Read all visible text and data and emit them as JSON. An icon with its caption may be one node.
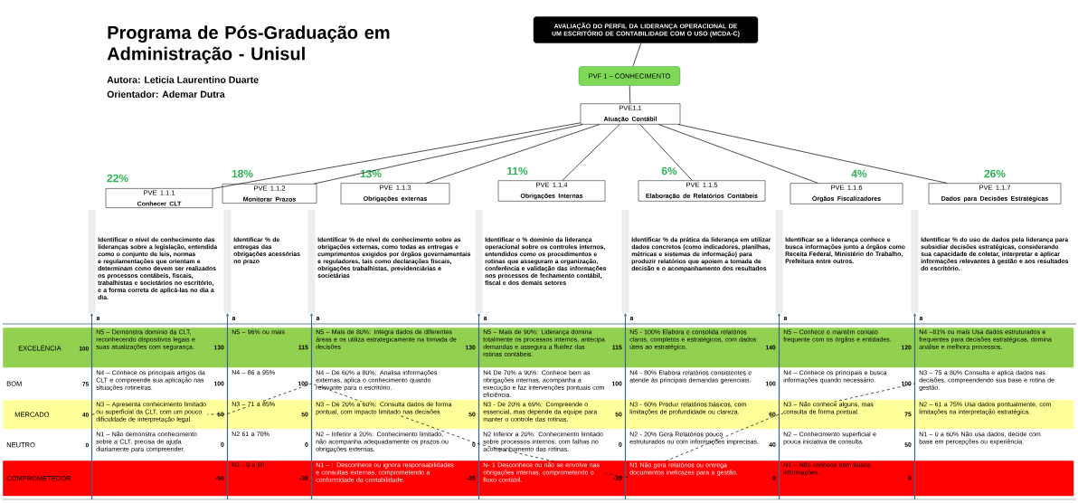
{
  "diagram": {
    "title": "Programa de Pós-Graduação em Administração - Unisul",
    "nodes": [
      {
        "text": [
          "AVALIAÇÃO DO PERFIL DA LIDERANÇA OPERACIONAL DE UM ESCRITÓRIO DE CONTABILIDADE COM O USO (MCDA-C)"
        ]
      },
      {
        "text": [
          "PVF 1 – CONHECIMENTO"
        ]
      },
      {
        "text": [
          "PVE1.1",
          "Atuação Contábil"
        ]
      },
      {
        "text": [
          "PVE 1.1.1",
          "Conhecer CLT"
        ],
        "beside": [
          "22%"
        ]
      },
      {
        "text": [
          "PVE 1.1.2",
          "Monitorar Prazos"
        ],
        "beside": [
          "18%"
        ]
      },
      {
        "text": [
          "PVE 1.1.3",
          "Obrigações  externas"
        ],
        "beside": [
          "13%"
        ]
      },
      {
        "text": [
          "PVE 1.1.4",
          "Obrigações Internas"
        ],
        "beside": [
          "11%"
        ]
      },
      {
        "text": [
          "PVE 1.1.5",
          "Elaboração de Relatórios Contábeis"
        ],
        "beside": [
          "6%"
        ]
      },
      {
        "text": [
          "PVE 1.1.6",
          "Órgãos Fiscalizadores"
        ],
        "beside": [
          "4%"
        ]
      },
      {
        "text": [
          "PVE 1.1.7",
          "Dados para Decisões Estratégicas"
        ],
        "beside": [
          "26%"
        ]
      },
      {
        "text": [
          "EXCELÊNCIA",
          "100"
        ]
      },
      {
        "text": [
          "BOM",
          "75"
        ]
      },
      {
        "text": [
          "MERCADO",
          "40"
        ]
      },
      {
        "text": [
          "NEUTRO",
          "0"
        ]
      },
      {
        "text": [
          "COMPROMETEDOR"
        ]
      }
    ],
    "edges": [
      {
        "from": 0,
        "to": 1,
        "arrow": "none"
      },
      {
        "from": 1,
        "to": 2,
        "arrow": "none"
      },
      {
        "from": 2,
        "to": 3,
        "arrow": "none"
      },
      {
        "from": 2,
        "to": 4,
        "arrow": "none"
      },
      {
        "from": 2,
        "to": 5,
        "arrow": "none"
      },
      {
        "from": 2,
        "to": 6,
        "arrow": "none"
      },
      {
        "from": 2,
        "to": 7,
        "arrow": "none"
      },
      {
        "from": 2,
        "to": 8,
        "arrow": "none"
      },
      {
        "from": 2,
        "to": 9,
        "arrow": "none"
      }
    ],
    "labels": [
      "Autora: Leticia Laurentino Duarte",
      "Orientador: Ademar Dutra",
      "Identificar o nível de conhecimento das lideranças sobre a legislação, entendida como o conjunto de leis, normas e regulamentações que orientam e determinam como devem ser realizados os processos contábeis, fiscais, trabalhistas e societários no escritório, e a forma correta de aplicá-las no dia a dia.",
      "Identificar % de entregas das obrigações acessórias no prazo",
      "Identificar % do nível de conhecimento sobre as obrigações externas, como todas as entregas e cumprimentos exigidos por órgãos governamentais e reguladores, tais como declarações fiscais, obrigações trabalhistas, previdenciárias e societárias",
      "Identificar o % domínio da liderança operacional sobre os controles internos, entendidos como os procedimentos e rotinas que asseguram a organização, conferência e validação das informações nos processos de fechamento contábil, fiscal e dos demais setores",
      "Identificar % da prática da liderança em utilizar dados concretos (como indicadores, planilhas, métricas e sistemas de informação) para produzir relatórios que apoiem a tomada de decisão e o acompanhamento dos resultados",
      "Identificar se a liderança conhece e busca informações junto a órgãos como Receita Federal, Ministério do Trabalho, Prefeitura entre outros.",
      "Identificar % do uso de dados pela liderança para subsidiar decisões estratégicas, considerando sua capacidade de coletar, interpretar e aplicar informações relevantes à gestão e aos resultados do escritório.",
      "a",
      "a",
      "a",
      "a",
      "a",
      "a",
      "a",
      "N5 – Demonstra domínio da CLT, reconhecendo dispositivos legais e suas atualizações com segurança.",
      "130",
      "N4 – Conhece os principais artigos da CLT e compreende sua aplicação nas situações rotineiras.",
      "100",
      "N3 – Apresenta conhecimento limitado ou superficial da CLT, com um pouco dificuldade de interpretação legal.",
      "50",
      "N1 – Não demonstra conhecimento sobre a CLT, precisa de ajuda diariamente para compreender.",
      "0",
      "-50",
      "N5 – 96% ou mais",
      "115",
      "N4 – 86 a 95%",
      "100",
      "N3 – 71 a 85%",
      "50",
      "N2 61 a 70%",
      "0",
      "N1 - 0 a 60",
      "-38",
      "N5 – Mais de 80%: Integra dados de diferentes áreas e os utiliza estrategicamente na tomada de decisões",
      "130",
      "N4 – De 60% a 80%: Analisa informações externas, aplica o conhecimento quando relevante para o escritório.",
      "N3 – De 20% a 60%: Consulta dados de forma pontual, com impacto limitado nas decisões",
      "50",
      "N2 – Inferior a 20%: Conhecimento limitado, não acompanha adequadamente os prazos ou obrigações externas.",
      "0",
      "N1 – : Desconhece ou ignora responsabilidades e consultas externas, comprometendo a conformidade da contabilidade.",
      "-20",
      "N5 – Mais de 90%: Liderança domina totalmente os processos internos, antecipa demandas e assegura a fluidez das rotinas contábeis.",
      "115",
      "N4 De 70% a 90%: Conhece bem as obrigações internas, acompanha a execução e faz intervenções pontuais com eficiência.",
      "100",
      "N3 - De 20% a 69%: Compreende o essencial, mas depende da equipe para manter o controle das rotinas.",
      "50",
      "N2 Inferior a 20%: Conhecimento limitado sobre processos internos, com falhas no acompanhamento das rotinas.",
      "0",
      "N- 1 Desconhece ou não se envolve nas obrigações internas, comprometendo o fluxo contábil.",
      "-20",
      "N5 - 100% Elabora e consolida relatórios claros, completos e estratégicos, com dados úteis ao estratégico.",
      "140",
      "N4 - 80% Elabora relatórios consistentes e atende às principais demandas gerenciais.",
      "100",
      "N3 - 60% Produz relatórios básicos, com limitações de profundidade ou clareza.",
      "60",
      "N2 - 20% Gera Relatórios pouco estruturados ou com informações imprecisas.",
      "40",
      "N1 Não gera relatórios ou entrega documentos ineficazes para a gestão.",
      "0",
      "N5 – Conhece e mantém contato frequente com os órgãos e entidades.",
      "120",
      "N4 – Conhece os principais e busca informações quando necessário.",
      "100",
      "N3 – Não conhece alguns, mas consulta de forma pontual.",
      "75",
      "N2 – Conhecimento superficial e pouca iniciativa de consulta.",
      "50",
      "N1 – Não conhece nem busca informações.",
      "0",
      "N4 –81% ou mais Usa dados estruturados e frequentes para decisões estratégicas, domina análise e melhora processos.",
      "N3 – 75 a 80% Consulta e aplica dados nas decisões, compreendendo sua base e rotina de gestão.",
      "N2 – 61 a 75% Usa dados pontualmente, com limitações na interpretação estratégica.",
      "N1 – 0 a 60% Não usa dados, decide com base em percepções ou experiência."
    ]
  }
}
